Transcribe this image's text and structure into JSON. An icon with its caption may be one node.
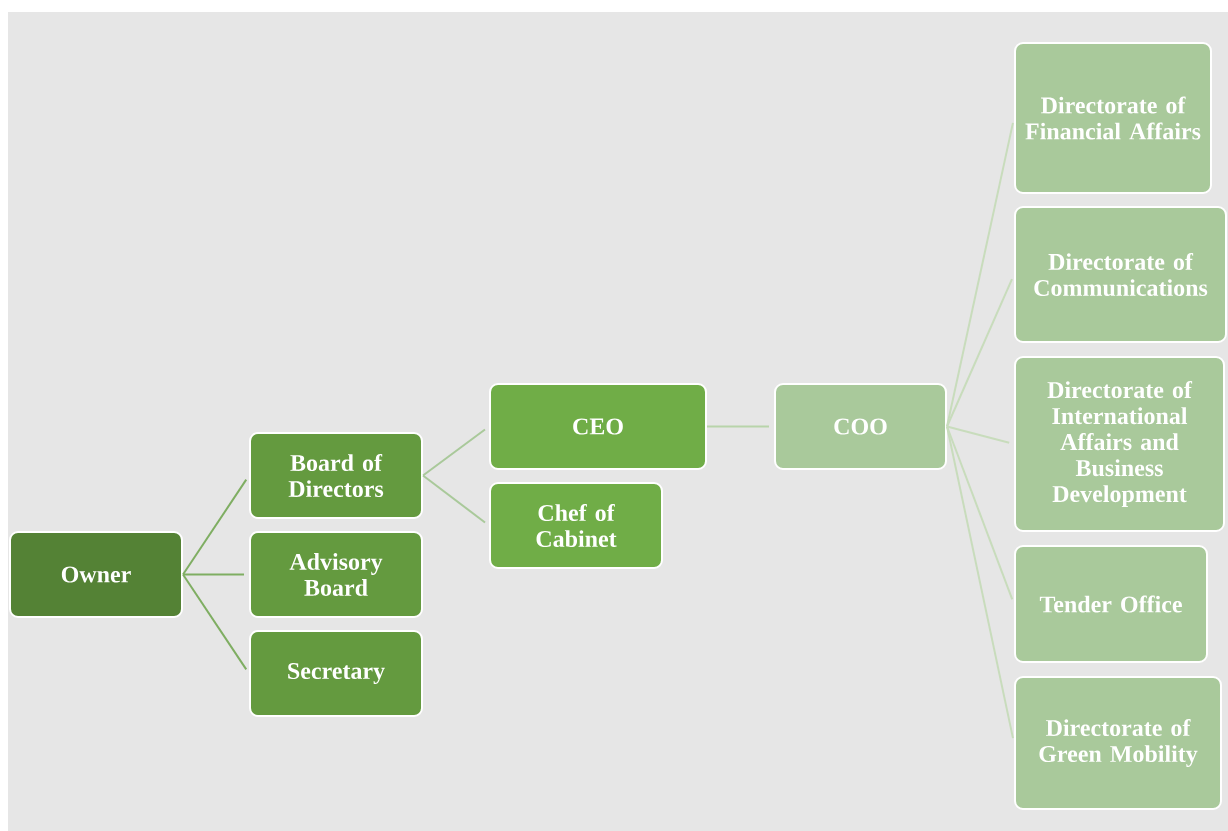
{
  "diagram": {
    "nodes": [
      {
        "text": [
          "Owner"
        ]
      },
      {
        "text": [
          "Board of Directors"
        ]
      },
      {
        "text": [
          "Advisory Board"
        ]
      },
      {
        "text": [
          "Secretary"
        ]
      },
      {
        "text": [
          "CEO"
        ]
      },
      {
        "text": [
          "Chef of Cabinet"
        ]
      },
      {
        "text": [
          "COO"
        ]
      },
      {
        "text": [
          "Directorate of Financial Affairs"
        ]
      },
      {
        "text": [
          "Directorate of Communications"
        ]
      },
      {
        "text": [
          "Directorate of International Affairs and Business Development"
        ]
      },
      {
        "text": [
          "Tender Office"
        ]
      },
      {
        "text": [
          "Directorate of Green Mobility"
        ]
      }
    ],
    "edges": [
      {
        "from": 0,
        "to": 1,
        "arrow": "none",
        "color": "#7fae62"
      },
      {
        "from": 0,
        "to": 2,
        "arrow": "none",
        "color": "#7fae62"
      },
      {
        "from": 0,
        "to": 3,
        "arrow": "none",
        "color": "#7fae62"
      },
      {
        "from": 1,
        "to": 4,
        "arrow": "none",
        "color": "#a9c99a"
      },
      {
        "from": 1,
        "to": 5,
        "arrow": "none",
        "color": "#a9c99a"
      },
      {
        "from": 4,
        "to": 6,
        "arrow": "none",
        "color": "#b8d4aa"
      },
      {
        "from": 6,
        "to": 7,
        "arrow": "none"
      },
      {
        "from": 6,
        "to": 8,
        "arrow": "none"
      },
      {
        "from": 6,
        "to": 9,
        "arrow": "none"
      },
      {
        "from": 6,
        "to": 10,
        "arrow": "none"
      },
      {
        "from": 6,
        "to": 11,
        "arrow": "none"
      }
    ]
  }
}
